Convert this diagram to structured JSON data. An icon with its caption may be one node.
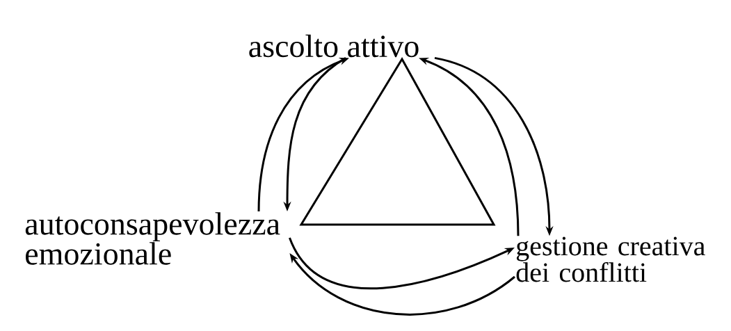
{
  "diagram": {
    "nodes": [
      {
        "text": [
          "ascolto attivo"
        ]
      },
      {
        "text": [
          "autoconsapevolezza emozionale"
        ]
      },
      {
        "text": [
          "gestione creativa dei conflitti"
        ]
      }
    ],
    "edges": [
      {
        "from": 1,
        "to": 0,
        "arrow": "to"
      },
      {
        "from": 0,
        "to": 1,
        "arrow": "to"
      },
      {
        "from": 0,
        "to": 2,
        "arrow": "to"
      },
      {
        "from": 2,
        "to": 0,
        "arrow": "to"
      },
      {
        "from": 1,
        "to": 2,
        "arrow": "to"
      },
      {
        "from": 2,
        "to": 1,
        "arrow": "to"
      }
    ]
  }
}
